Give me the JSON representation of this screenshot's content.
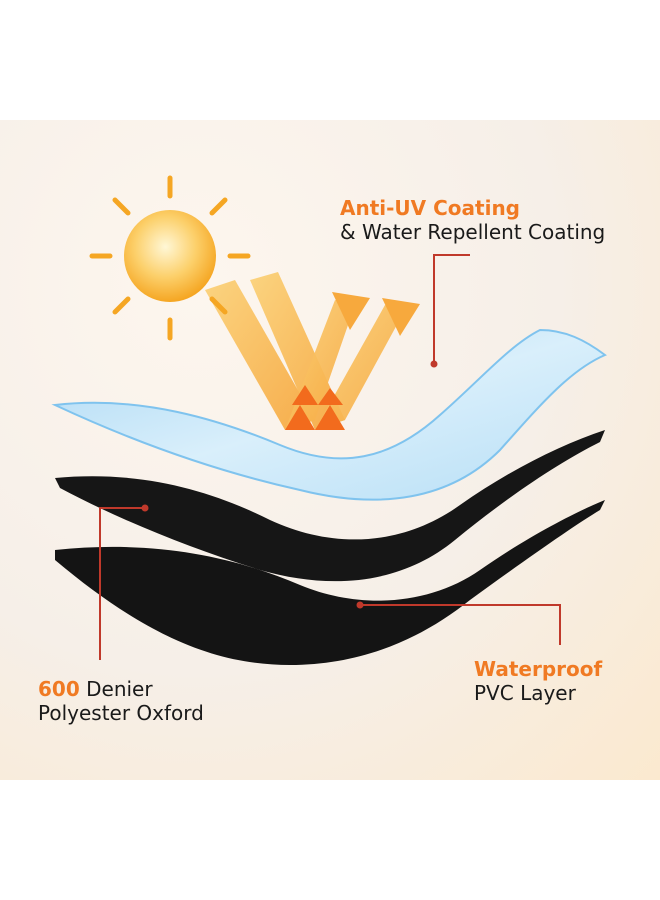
{
  "labels": {
    "uv": {
      "highlight": "Anti-UV Coating",
      "rest": "& Water Repellent Coating"
    },
    "denier": {
      "highlight": "600",
      "line1_rest": " Denier",
      "line2": "Polyester Oxford"
    },
    "pvc": {
      "highlight": "Waterproof",
      "rest": "PVC Layer"
    }
  },
  "colors": {
    "accent_text": "#f07a23",
    "leader_line": "#c0392b",
    "sun": "#f7b23b",
    "top_layer": "#bfe1f6",
    "fabric_layer": "#141414"
  },
  "icons": {
    "sun": "sun-icon",
    "arrows": "reflection-arrow-icon"
  }
}
